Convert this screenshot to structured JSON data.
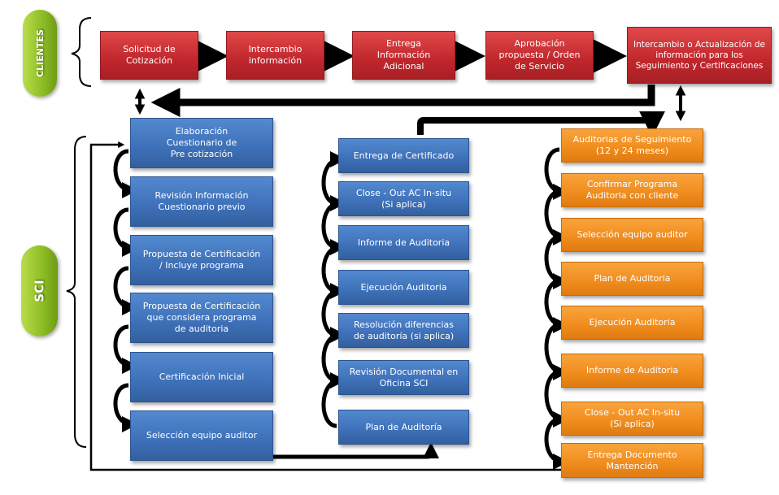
{
  "groups": {
    "clientes": "CLIENTES",
    "sci": "SCI"
  },
  "colors": {
    "red": "#c0272d",
    "blue": "#3e70b8",
    "orange": "#f08c1d",
    "green": "#8fbf26",
    "arrow": "#000000"
  },
  "clientes_row": [
    "Solicitud de\nCotización",
    "Intercambio\ninformación",
    "Entrega\nInformación\nAdicional",
    "Aprobación\npropuesta / Orden\nde Servicio",
    "Intercambio o Actualización de\ninformación para los\nSeguimiento y Certificaciones"
  ],
  "sci_column_1": [
    "Elaboración\nCuestionario de\nPre cotización",
    "Revisión Información\nCuestionario previo",
    "Propuesta de Certificación\n/ Incluye programa",
    "Propuesta de Certificación\nque considera programa\nde auditoria",
    "Certificación Inicial",
    "Selección equipo auditor"
  ],
  "sci_column_2": [
    "Entrega de Certificado",
    "Close - Out AC In-situ\n(Si aplica)",
    "Informe de Auditoria",
    "Ejecución Auditoria",
    "Resolución diferencias\nde auditoría (si aplica)",
    "Revisión Documental en\nOficina SCI",
    "Plan de Auditoría"
  ],
  "sci_column_3": [
    "Auditorias de Seguimiento\n(12 y 24 meses)",
    "Confirmar Programa\nAuditoria con cliente",
    "Selección equipo auditor",
    "Plan de Auditoria",
    "Ejecución Auditoria",
    "Informe de Auditoria",
    "Close - Out AC In-situ\n(Si aplica)",
    "Entrega Documento\nMantención"
  ]
}
